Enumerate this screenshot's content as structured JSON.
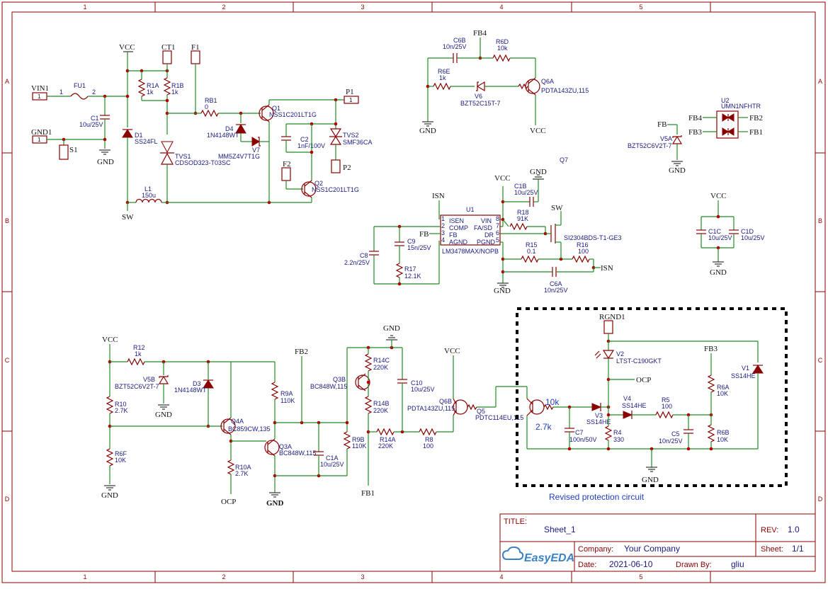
{
  "frame": {
    "columns": [
      "1",
      "2",
      "3",
      "4",
      "5"
    ],
    "rows": [
      "A",
      "B",
      "C",
      "D"
    ]
  },
  "title_block": {
    "title_label": "TITLE:",
    "title": "Sheet_1",
    "rev_label": "REV:",
    "rev": "1.0",
    "company_label": "Company:",
    "company": "Your Company",
    "sheet_label": "Sheet:",
    "sheet": "1/1",
    "date_label": "Date:",
    "date": "2021-06-10",
    "drawn_label": "Drawn By:",
    "drawn_by": "gliu",
    "logo": "EasyEDA"
  },
  "net_labels": {
    "vcc": "VCC",
    "gnd": "GND",
    "sw": "SW",
    "isn": "ISN",
    "fb": "FB",
    "fb1": "FB1",
    "fb2": "FB2",
    "fb3": "FB3",
    "fb4": "FB4",
    "ocp": "OCP"
  },
  "connectors": {
    "vin1": "VIN1",
    "gnd1": "GND1",
    "ct1": "CT1",
    "f1": "F1",
    "p1": "P1",
    "p2": "P2",
    "f2": "F2",
    "s1": "S1",
    "rgnd1": "RGND1",
    "pin1": "1",
    "pin2": "2"
  },
  "components": {
    "fu1": "FU1",
    "c1": [
      "C1",
      "10u/25V"
    ],
    "d1": [
      "D1",
      "SS24FL"
    ],
    "r1a": [
      "R1A",
      "1k"
    ],
    "r1b": [
      "R1B",
      "1k"
    ],
    "rb1": [
      "RB1",
      "0"
    ],
    "tvs1": [
      "TVS1",
      "CDSOD323-T03SC"
    ],
    "l1": [
      "L1",
      "150u"
    ],
    "d4": [
      "D4",
      "1N4148WT"
    ],
    "v7": [
      "V7",
      "MM5Z4V7T1G"
    ],
    "q1": [
      "Q1",
      "NSS1C201LT1G"
    ],
    "c2": [
      "C2",
      "1nF/100V"
    ],
    "tvs2": [
      "TVS2",
      "SMF36CA"
    ],
    "q2": [
      "Q2",
      "NSS1C201LT1G"
    ],
    "c6b": [
      "C6B",
      "10n/25V"
    ],
    "r6d": [
      "R6D",
      "10k"
    ],
    "r6e": [
      "R6E",
      "1k"
    ],
    "v6": [
      "V6",
      "BZT52C15T-7"
    ],
    "q6a": [
      "Q6A",
      "PDTA143ZU,115"
    ],
    "u2": [
      "U2",
      "UMN1NFHTR"
    ],
    "v5a": [
      "V5A",
      "BZT52C6V2T-7"
    ],
    "q7": "Q7",
    "c1b": [
      "C1B",
      "10u/25V"
    ],
    "u1": [
      "U1",
      "LM3478MAX/NOPB"
    ],
    "u1_pins_left": [
      [
        "1",
        "ISEN"
      ],
      [
        "2",
        "COMP"
      ],
      [
        "3",
        "FB"
      ],
      [
        "4",
        "AGND"
      ]
    ],
    "u1_pins_right": [
      [
        "8",
        "VIN"
      ],
      [
        "7",
        "FA/SD"
      ],
      [
        "6",
        "DR"
      ],
      [
        "5",
        "PGND"
      ]
    ],
    "r18": [
      "R18",
      "91K"
    ],
    "q7part": "SI2304BDS-T1-GE3",
    "c9": [
      "C9",
      "15n/25V"
    ],
    "c8": [
      "C8",
      "2.2n/25V"
    ],
    "r17": [
      "R17",
      "12.1K"
    ],
    "r15": [
      "R15",
      "0.1"
    ],
    "r16": [
      "R16",
      "100"
    ],
    "c6a": [
      "C6A",
      "10n/25V"
    ],
    "c1c": [
      "C1C",
      "10u/25V"
    ],
    "c1d": [
      "C1D",
      "10u/25V"
    ],
    "r12": [
      "R12",
      "1k"
    ],
    "v5b": [
      "V5B",
      "BZT52C6V2T-7"
    ],
    "d3": [
      "D3",
      "1N4148WT"
    ],
    "r10": [
      "R10",
      "2.7K"
    ],
    "r6f": [
      "R6F",
      "10K"
    ],
    "q4a": [
      "Q4A",
      "BC859CW,135"
    ],
    "r10a": [
      "R10A",
      "2.7K"
    ],
    "r9a": [
      "R9A",
      "110K"
    ],
    "q3a": [
      "Q3A",
      "BC848W,115"
    ],
    "c1a": [
      "C1A",
      "10u/25V"
    ],
    "r9b": [
      "R9B",
      "110K"
    ],
    "q3b": [
      "Q3B",
      "BC848W,115"
    ],
    "r14c": [
      "R14C",
      "220K"
    ],
    "r14b": [
      "R14B",
      "220K"
    ],
    "r14a": [
      "R14A",
      "220K"
    ],
    "c10": [
      "C10",
      "10u/25V"
    ],
    "r8": [
      "R8",
      "100"
    ],
    "q6b": [
      "Q6B",
      "PDTA143ZU,115"
    ],
    "q5": [
      "Q5",
      "PDTC114EU,115"
    ],
    "q5_r1": "10k",
    "q5_r2": "2.7k",
    "v2": [
      "V2",
      "LTST-C190GKT"
    ],
    "v1": [
      "V1",
      "SS14HE"
    ],
    "v4": [
      "V4",
      "SS14HE"
    ],
    "v3": [
      "V3",
      "SS14HE"
    ],
    "r5": [
      "R5",
      "100"
    ],
    "r4": [
      "R4",
      "330"
    ],
    "c7": [
      "C7",
      "100n/50V"
    ],
    "c5": [
      "C5",
      "10n/25V"
    ],
    "r6a": [
      "R6A",
      "10K"
    ],
    "r6b": [
      "R6B",
      "10K"
    ]
  },
  "annotation": "Revised protection circuit",
  "colors": {
    "wire": "#228b22",
    "component": "#8b0000",
    "junction": "#b00000",
    "designator": "#1a1a80",
    "annotation": "#1f3fbf"
  }
}
